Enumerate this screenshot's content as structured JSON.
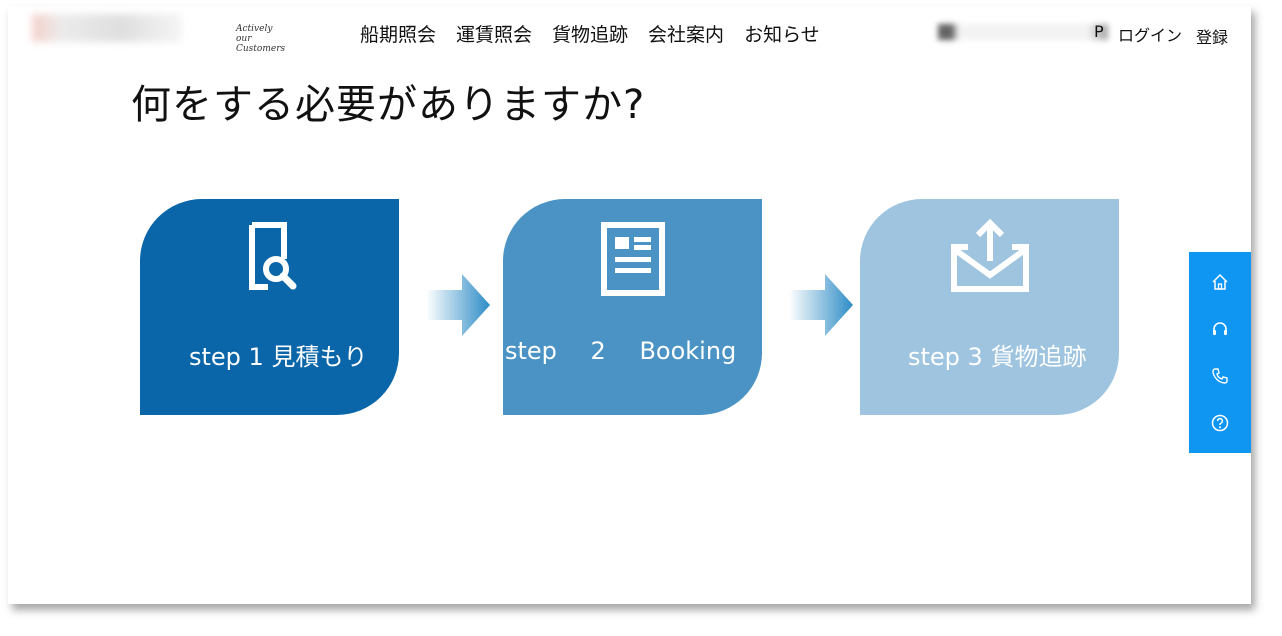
{
  "header": {
    "logo_tagline_line1": "Actively",
    "logo_tagline_line2": "our Customers",
    "nav": [
      "船期照会",
      "運賃照会",
      "貨物追跡",
      "会社案内",
      "お知らせ"
    ],
    "lang_label": "P",
    "login_label": "ログイン",
    "register_label": "登録"
  },
  "main": {
    "title": "何をする必要がありますか?",
    "steps": [
      {
        "label": "step 1 見積もり",
        "icon": "document-search-icon",
        "color": "#0a66a8"
      },
      {
        "label": "step 2 Booking",
        "icon": "document-list-icon",
        "color": "#4a93c4"
      },
      {
        "label": "step 3 貨物追跡",
        "icon": "mail-upload-icon",
        "color": "#9ec4df"
      }
    ]
  },
  "sidebar": {
    "color": "#0f95f2",
    "buttons": [
      "home-icon",
      "headset-icon",
      "phone-icon",
      "help-icon"
    ]
  }
}
